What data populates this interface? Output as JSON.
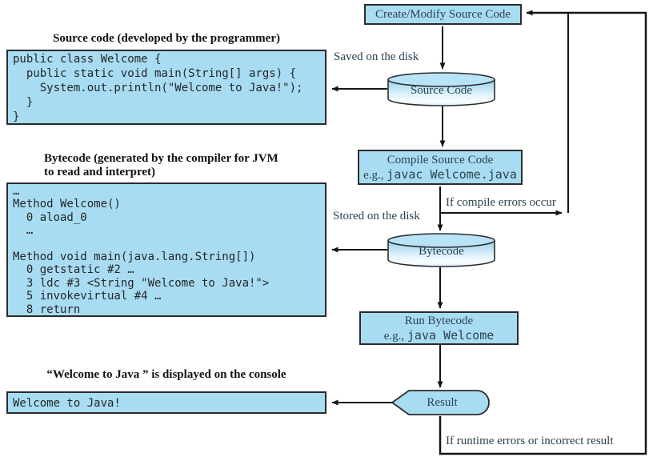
{
  "colors": {
    "box_fill": "#a8dcf2",
    "box_border": "#2b2b2b",
    "arrow": "#141414",
    "label_text": "#2d4250",
    "code_text": "#262626"
  },
  "left_column": {
    "source_title": "Source code (developed by the programmer)",
    "source_code": "public class Welcome {\n  public static void main(String[] args) {\n    System.out.println(\"Welcome to Java!\");\n  }\n}",
    "bytecode_title_line1": "Bytecode (generated by the compiler for JVM",
    "bytecode_title_line2": "to read and interpret)",
    "bytecode_listing": "…\nMethod Welcome()\n  0 aload_0\n  …\n\nMethod void main(java.lang.String[])\n  0 getstatic #2 …\n  3 ldc #3 <String \"Welcome to Java!\">\n  5 invokevirtual #4 …\n  8 return",
    "output_title": "“Welcome to Java ” is displayed on the console",
    "output_text": "Welcome to Java!"
  },
  "flow": {
    "create_box": "Create/Modify Source Code",
    "source_cylinder": "Source Code",
    "compile_box_line1": "Compile Source Code",
    "compile_prefix": "e.g., ",
    "compile_command": "javac Welcome.java",
    "bytecode_cylinder": "Bytecode",
    "run_box_line1": "Run Bytecode",
    "run_prefix": "e.g., ",
    "run_command": "java Welcome",
    "result_shape": "Result"
  },
  "labels": {
    "saved_on_disk": "Saved on the disk",
    "stored_on_disk": "Stored on the disk",
    "compile_errors": "If compile errors occur",
    "runtime_errors": "If runtime errors or incorrect result"
  }
}
